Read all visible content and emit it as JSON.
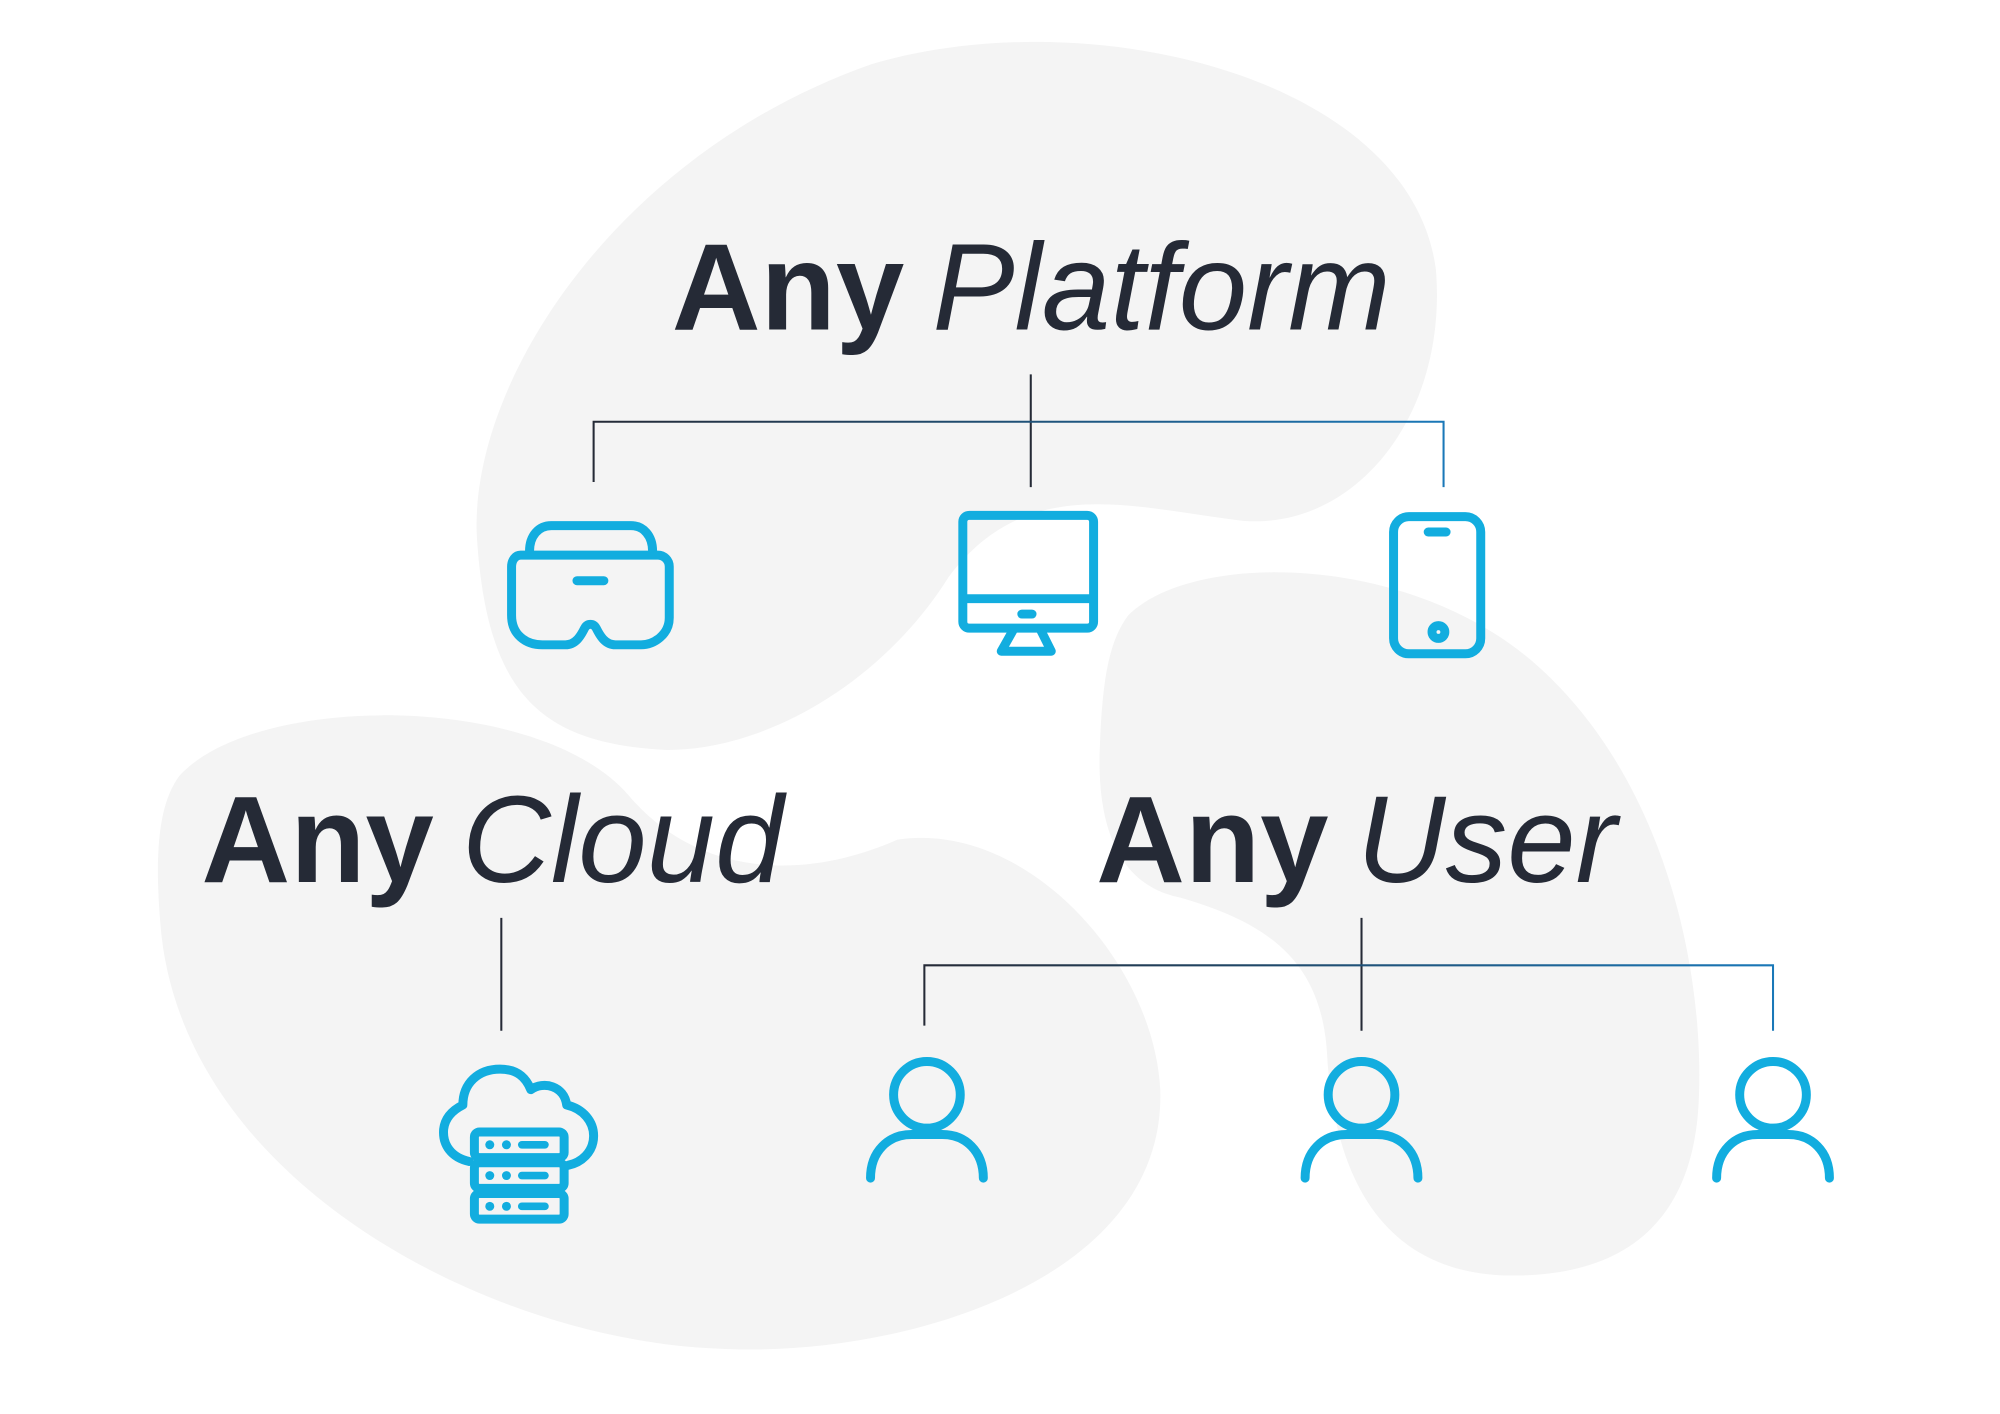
{
  "platform": {
    "word1": "Any",
    "word2": "Platform",
    "icons": [
      "vr-headset-icon",
      "desktop-monitor-icon",
      "smartphone-icon"
    ]
  },
  "cloud": {
    "word1": "Any",
    "word2": "Cloud",
    "icons": [
      "cloud-server-icon"
    ]
  },
  "user": {
    "word1": "Any",
    "word2": "User",
    "icons": [
      "user-icon",
      "user-icon",
      "user-icon"
    ]
  },
  "colors": {
    "text": "#252a36",
    "accent": "#12addf",
    "blob": "#f4f4f4",
    "line_dark": "#252a36",
    "line_blue": "#1a78b8"
  }
}
